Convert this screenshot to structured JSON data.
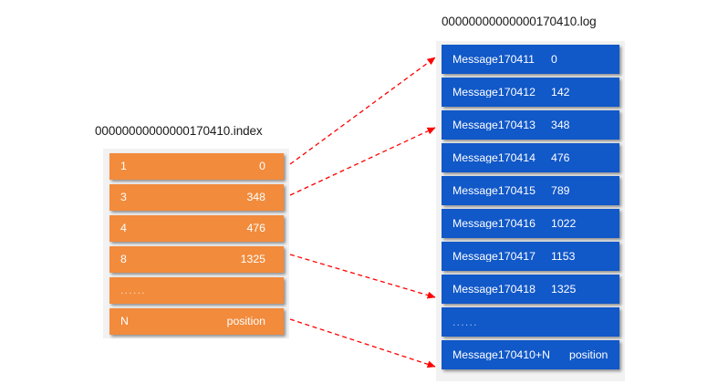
{
  "diagram": {
    "title_index": "00000000000000170410.index",
    "title_log": "00000000000000170410.log",
    "colors": {
      "index_row": "#f28b3c",
      "log_row": "#1158c8",
      "arrow": "#ff0000",
      "group_plate": "#f2f2f2",
      "background": "#ffffff",
      "row_text": "#ffffff",
      "title_text": "#1a1a1a"
    }
  },
  "index_file": {
    "name": "00000000000000170410.index",
    "rows": [
      {
        "offset": "1",
        "position": "0"
      },
      {
        "offset": "3",
        "position": "348"
      },
      {
        "offset": "4",
        "position": "476"
      },
      {
        "offset": "8",
        "position": "1325"
      },
      {
        "offset": "......",
        "position": ""
      },
      {
        "offset": "N",
        "position": "position"
      }
    ]
  },
  "log_file": {
    "name": "00000000000000170410.log",
    "rows": [
      {
        "message": "Message170411",
        "position": "0"
      },
      {
        "message": "Message170412",
        "position": "142"
      },
      {
        "message": "Message170413",
        "position": "348"
      },
      {
        "message": "Message170414",
        "position": "476"
      },
      {
        "message": "Message170415",
        "position": "789"
      },
      {
        "message": "Message170416",
        "position": "1022"
      },
      {
        "message": "Message170417",
        "position": "1153"
      },
      {
        "message": "Message170418",
        "position": "1325"
      },
      {
        "message": "......",
        "position": ""
      },
      {
        "message": "Message170410+N",
        "position": "position"
      }
    ]
  },
  "arrows": [
    {
      "from_index_row": 0,
      "to_log_row": 0,
      "style": "dashed",
      "color": "#ff0000"
    },
    {
      "from_index_row": 1,
      "to_log_row": 2,
      "style": "dashed",
      "color": "#ff0000"
    },
    {
      "from_index_row": 3,
      "to_log_row": 7,
      "style": "dashed",
      "color": "#ff0000"
    },
    {
      "from_index_row": 5,
      "to_log_row": 9,
      "style": "dashed",
      "color": "#ff0000"
    }
  ]
}
